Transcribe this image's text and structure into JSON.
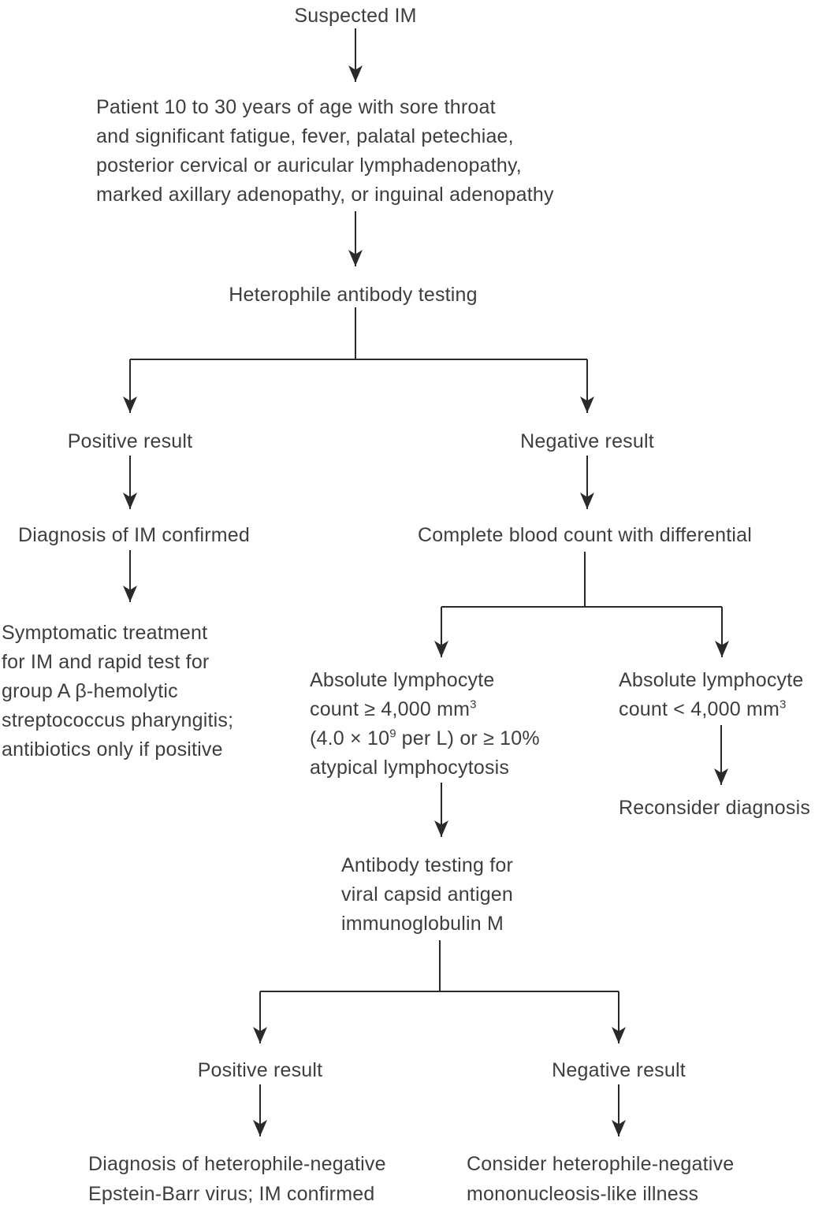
{
  "colors": {
    "background": "#ffffff",
    "text": "#3e3e3e",
    "line": "#2a2a2a"
  },
  "nodes": {
    "suspected": {
      "text": "Suspected IM"
    },
    "patient": {
      "lines": [
        "Patient 10 to 30 years of age with sore throat",
        "and significant fatigue, fever, palatal petechiae,",
        "posterior cervical or auricular lymphadenopathy,",
        "marked axillary adenopathy, or inguinal adenopathy"
      ]
    },
    "heterophile": {
      "text": "Heterophile antibody testing"
    },
    "positive1": {
      "text": "Positive result"
    },
    "negative1": {
      "text": "Negative result"
    },
    "diagnosisIm": {
      "text": "Diagnosis of IM confirmed"
    },
    "cbc": {
      "text": "Complete blood count with differential"
    },
    "symptomatic": {
      "lines": [
        "Symptomatic treatment",
        "for IM and rapid test for",
        "group A β-hemolytic",
        "streptococcus pharyngitis;",
        "antibiotics only if positive"
      ]
    },
    "lymphHigh": {
      "line1": "Absolute lymphocyte",
      "line2_main": "count ≥ 4,000 mm",
      "line2_sup": "3",
      "line3_a": "(4.0 × 10",
      "line3_sup": "9",
      "line3_b": " per L) or ≥ 10%",
      "line4": "atypical lymphocytosis"
    },
    "lymphLow": {
      "line1": "Absolute lymphocyte",
      "line2_main": "count < 4,000 mm",
      "line2_sup": "3"
    },
    "reconsider": {
      "text": "Reconsider diagnosis"
    },
    "antibody": {
      "lines": [
        "Antibody testing for",
        "viral capsid antigen",
        "immunoglobulin M"
      ]
    },
    "positive2": {
      "text": "Positive result"
    },
    "negative2": {
      "text": "Negative result"
    },
    "dxHetNeg": {
      "lines": [
        "Diagnosis of heterophile-negative",
        "Epstein-Barr virus; IM confirmed"
      ]
    },
    "considerHetNeg": {
      "lines": [
        "Consider heterophile-negative",
        "mononucleosis-like illness"
      ]
    }
  }
}
